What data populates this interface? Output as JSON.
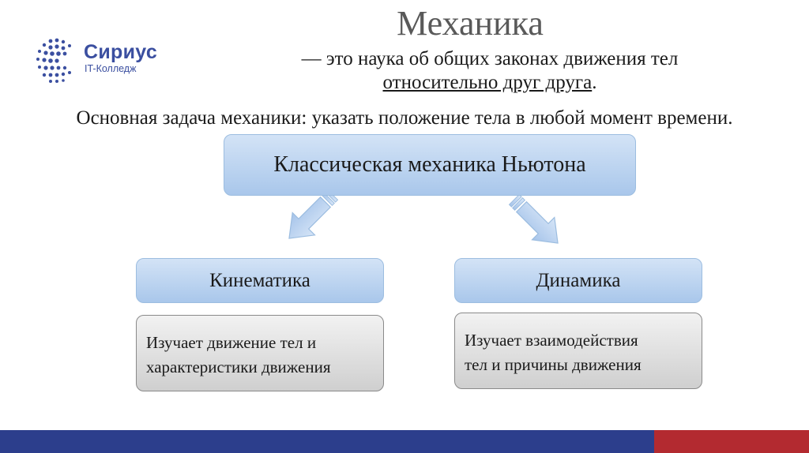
{
  "logo": {
    "name": "Сириус",
    "subtitle": "IT-Колледж",
    "color": "#3b4fa0"
  },
  "title": "Механика",
  "definition": {
    "line1": "— это наука об общих законах движения тел",
    "line2_underlined": "относительно друг друга",
    "line2_end": "."
  },
  "task": "Основная задача механики: указать положение тела в любой момент времени.",
  "diagram": {
    "root": "Классическая механика Ньютона",
    "branches": [
      {
        "label": "Кинематика",
        "description": [
          "Изучает движение тел и",
          "характеристики движения"
        ]
      },
      {
        "label": "Динамика",
        "description": [
          "Изучает взаимодействия",
          "тел и причины движения"
        ]
      }
    ]
  },
  "colors": {
    "box_blue": "#a9c7eb",
    "box_grey": "#cfcfcf",
    "arrow": "#a9c7eb",
    "bar_blue": "#2c3e8c",
    "bar_red": "#b32a30"
  }
}
